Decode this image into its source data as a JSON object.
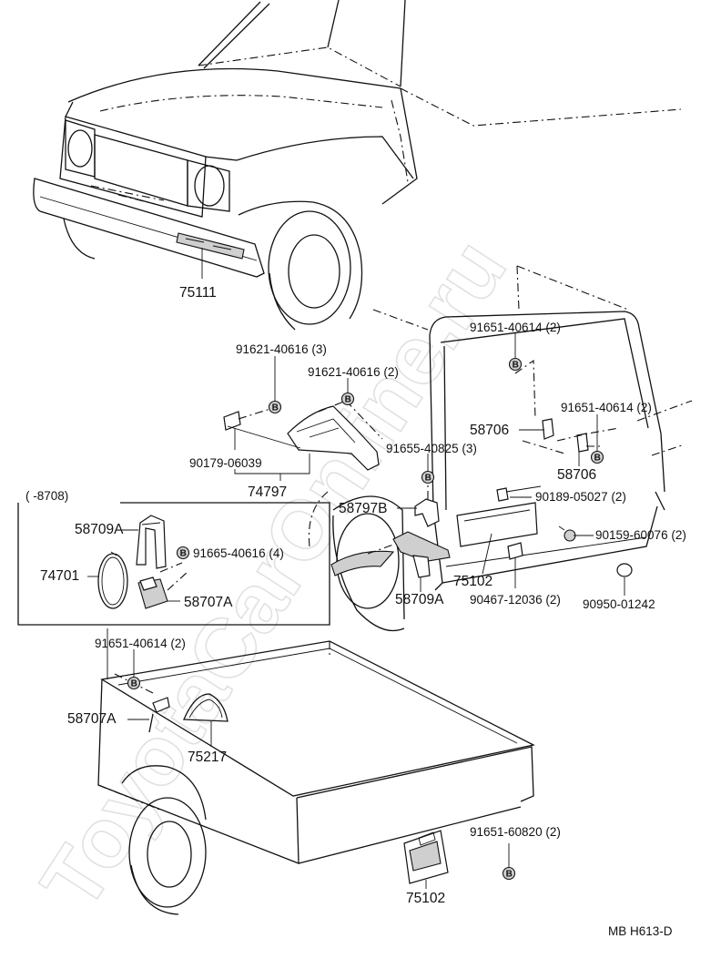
{
  "watermark": "ToyotaCarOnline.ru",
  "drawing_code": "MB  H613-D",
  "inset": {
    "serial_range": "(      -8708)"
  },
  "bolt_symbol": "B",
  "labels": [
    {
      "id": "front-plate-bracket",
      "text": "75111"
    },
    {
      "id": "bolt-91621-3",
      "text": "91621-40616 (3)"
    },
    {
      "id": "bolt-91621-2",
      "text": "91621-40616 (2)"
    },
    {
      "id": "clip-90179",
      "text": "90179-06039"
    },
    {
      "id": "bracket-74797",
      "text": "74797"
    },
    {
      "id": "bolt-91651-40614-top",
      "text": "91651-40614 (2)"
    },
    {
      "id": "bolt-91651-40614-right",
      "text": "91651-40614 (2)"
    },
    {
      "id": "hook-58706-left",
      "text": "58706"
    },
    {
      "id": "hook-58706-right",
      "text": "58706"
    },
    {
      "id": "bolt-91655",
      "text": "91655-40825 (3)"
    },
    {
      "id": "clip-90189",
      "text": "90189-05027 (2)"
    },
    {
      "id": "nut-90159",
      "text": "90159-60076 (2)"
    },
    {
      "id": "bracket-58797b",
      "text": "58797B"
    },
    {
      "id": "rear-plate-bracket",
      "text": "75102"
    },
    {
      "id": "clip-90467",
      "text": "90467-12036 (2)"
    },
    {
      "id": "plug-90950",
      "text": "90950-01242"
    },
    {
      "id": "hook-58709a-main",
      "text": "58709A"
    },
    {
      "id": "inset-58709a",
      "text": "58709A"
    },
    {
      "id": "inset-bolt-91665",
      "text": "91665-40616 (4)"
    },
    {
      "id": "inset-74701",
      "text": "74701"
    },
    {
      "id": "inset-58707a",
      "text": "58707A"
    },
    {
      "id": "bolt-91651-40614-bed",
      "text": "91651-40614 (2)"
    },
    {
      "id": "hook-58707a-bed",
      "text": "58707A"
    },
    {
      "id": "strap-75217",
      "text": "75217"
    },
    {
      "id": "bolt-91651-60820",
      "text": "91651-60820 (2)"
    },
    {
      "id": "side-plate-75102",
      "text": "75102"
    }
  ]
}
